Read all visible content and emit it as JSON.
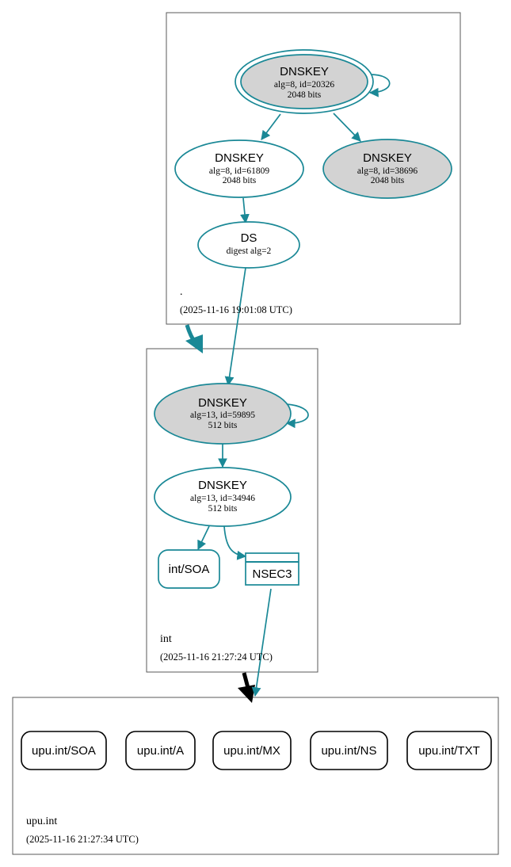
{
  "zones": {
    "root": {
      "name": ".",
      "timestamp": "(2025-11-16 19:01:08 UTC)"
    },
    "int": {
      "name": "int",
      "timestamp": "(2025-11-16 21:27:24 UTC)"
    },
    "upu": {
      "name": "upu.int",
      "timestamp": "(2025-11-16 21:27:34 UTC)"
    }
  },
  "nodes": {
    "root_ksk": {
      "title": "DNSKEY",
      "line1": "alg=8, id=20326",
      "line2": "2048 bits"
    },
    "root_zsk": {
      "title": "DNSKEY",
      "line1": "alg=8, id=61809",
      "line2": "2048 bits"
    },
    "root_zsk2": {
      "title": "DNSKEY",
      "line1": "alg=8, id=38696",
      "line2": "2048 bits"
    },
    "int_ds": {
      "title": "DS",
      "line1": "digest alg=2"
    },
    "int_ksk": {
      "title": "DNSKEY",
      "line1": "alg=13, id=59895",
      "line2": "512 bits"
    },
    "int_zsk": {
      "title": "DNSKEY",
      "line1": "alg=13, id=34946",
      "line2": "512 bits"
    },
    "int_soa": {
      "label": "int/SOA"
    },
    "int_nsec3": {
      "label": "NSEC3"
    }
  },
  "records": [
    "upu.int/SOA",
    "upu.int/A",
    "upu.int/MX",
    "upu.int/NS",
    "upu.int/TXT"
  ],
  "colors": {
    "edge": "#1a8896",
    "filled": "#d3d3d3",
    "insecure": "#000000"
  }
}
